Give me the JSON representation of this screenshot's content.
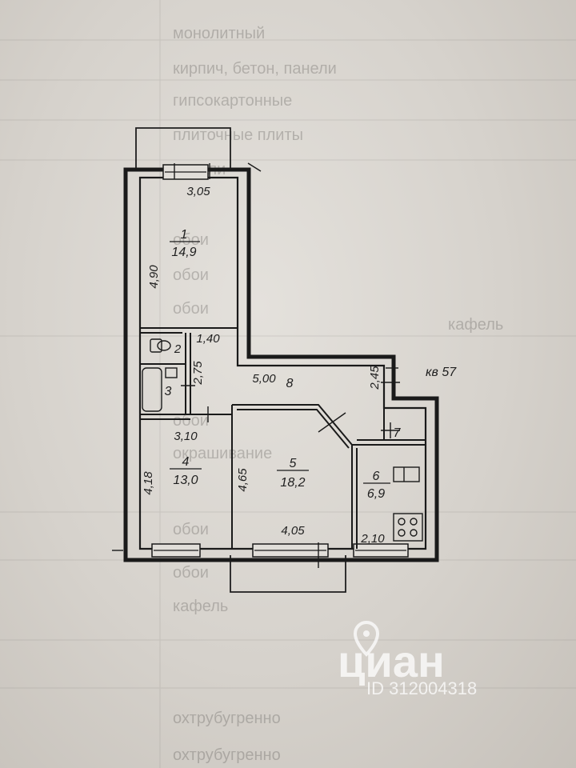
{
  "watermark": {
    "brand": "циан",
    "id_text": "ID 312004318"
  },
  "apartment_label": "кв 57",
  "background_lines": [
    "монолитный",
    "кирпич, бетон, панели",
    "гипсокартонные",
    "плиточные плиты",
    "панели",
    "обои",
    "обои",
    "обои",
    "кафель",
    "обои",
    "окрашивание",
    "обои",
    "обои",
    "кафель",
    "охтрубугренно",
    "охтрубугренно"
  ],
  "rooms": [
    {
      "number": "1",
      "area": "14,9"
    },
    {
      "number": "2",
      "area": ""
    },
    {
      "number": "3",
      "area": ""
    },
    {
      "number": "4",
      "area": "13,0"
    },
    {
      "number": "5",
      "area": "18,2"
    },
    {
      "number": "6",
      "area": "6,9"
    },
    {
      "number": "7",
      "area": ""
    },
    {
      "number": "8",
      "area": ""
    }
  ],
  "dimensions": [
    "3,05",
    "4,90",
    "1,40",
    "2,75",
    "5,00",
    "2,45",
    "3,10",
    "4,18",
    "4,65",
    "4,05",
    "2,10"
  ]
}
